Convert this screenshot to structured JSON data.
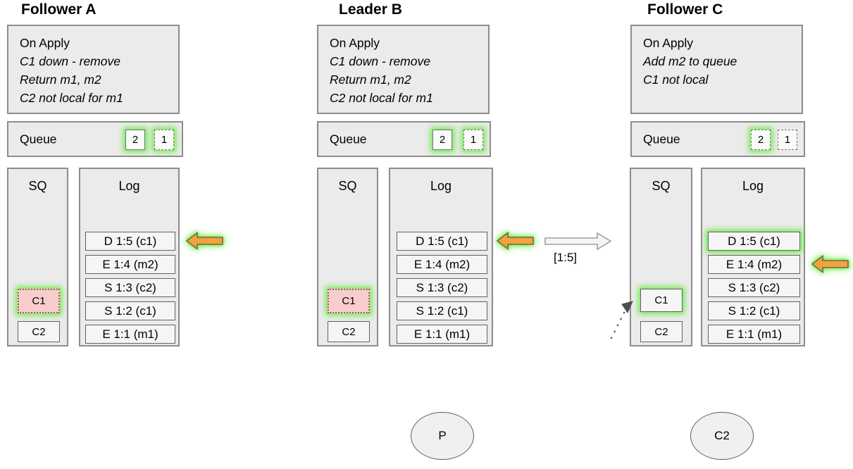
{
  "panels": [
    {
      "title": "Follower A",
      "apply": {
        "header": "On Apply",
        "lines": [
          "C1 down - remove",
          "Return m1, m2",
          "C2 not local for m1"
        ]
      },
      "queue": {
        "label": "Queue",
        "items": [
          "2",
          "1"
        ]
      },
      "sq": {
        "label": "SQ",
        "items": [
          "C1",
          "C2"
        ]
      },
      "log": {
        "label": "Log",
        "entries": [
          "D 1:5 (c1)",
          "E 1:4 (m2)",
          "S 1:3 (c2)",
          "S 1:2 (c1)",
          "E 1:1 (m1)"
        ]
      }
    },
    {
      "title": "Leader B",
      "apply": {
        "header": "On Apply",
        "lines": [
          "C1 down - remove",
          "Return m1, m2",
          "C2 not local for m1"
        ]
      },
      "queue": {
        "label": "Queue",
        "items": [
          "2",
          "1"
        ]
      },
      "sq": {
        "label": "SQ",
        "items": [
          "C1",
          "C2"
        ]
      },
      "log": {
        "label": "Log",
        "entries": [
          "D 1:5 (c1)",
          "E 1:4 (m2)",
          "S 1:3 (c2)",
          "S 1:2 (c1)",
          "E 1:1 (m1)"
        ]
      }
    },
    {
      "title": "Follower C",
      "apply": {
        "header": "On Apply",
        "lines": [
          "Add m2 to queue",
          "C1 not local"
        ]
      },
      "queue": {
        "label": "Queue",
        "items": [
          "2",
          "1"
        ]
      },
      "sq": {
        "label": "SQ",
        "items": [
          "C1",
          "C2"
        ]
      },
      "log": {
        "label": "Log",
        "entries": [
          "D 1:5 (c1)",
          "E 1:4 (m2)",
          "S 1:3 (c2)",
          "S 1:2 (c1)",
          "E 1:1 (m1)"
        ]
      }
    }
  ],
  "replication_arrow": {
    "label": "[1:5]"
  },
  "ellipses": [
    {
      "label": "P"
    },
    {
      "label": "C2"
    }
  ],
  "colors": {
    "highlight_glow": "#5eeb34",
    "pointer_arrow_fill": "#f2a33c",
    "pointer_arrow_border": "#6b6b4f",
    "pending_item_fill": "#f8cecc",
    "pending_item_border": "#a05a5a",
    "box_fill": "#ebebeb",
    "box_border": "#8c8c8c"
  }
}
